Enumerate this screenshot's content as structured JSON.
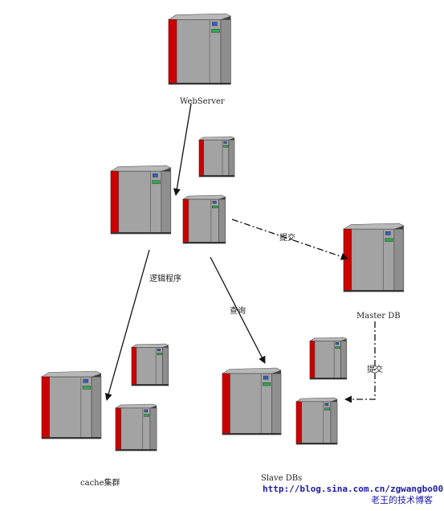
{
  "colors": {
    "server_body": "#8e8e8e",
    "server_front": "#a3a3a3",
    "server_accent": "#cc0000",
    "server_dark": "#3c3c3c",
    "indicator_green": "#2fa84f",
    "indicator_blue": "#3060c0",
    "watermark": "#1a1aa6"
  },
  "nodes": {
    "webserver": {
      "label": "WebServer",
      "icon": "server-tower-icon"
    },
    "logic": {
      "label": "逻辑程序",
      "icon": "server-tower-icon"
    },
    "master_db": {
      "label": "Master DB",
      "icon": "server-tower-icon"
    },
    "cache": {
      "label": "cache集群",
      "icon": "server-tower-icon"
    },
    "slave": {
      "label": "Slave DBs",
      "icon": "server-tower-icon"
    }
  },
  "edges": {
    "submit_logic_master": {
      "label": "提交",
      "style": "dash-dot"
    },
    "query_slave": {
      "label": "查询",
      "style": "solid"
    },
    "submit_master_slave": {
      "label": "提交",
      "style": "dash-dot"
    }
  },
  "watermark": {
    "url": "http://blog.sina.com.cn/zgwangbo001",
    "caption": "老王的技术博客"
  }
}
